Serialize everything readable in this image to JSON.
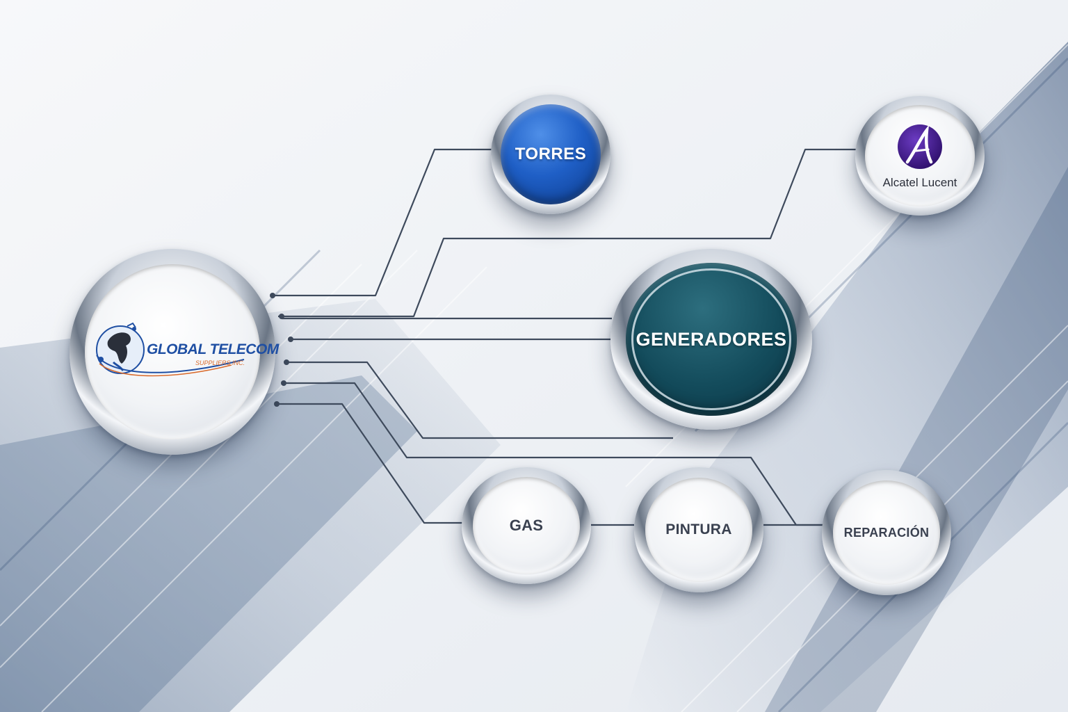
{
  "colors": {
    "background": "#eef1f5",
    "stripe": "#31507a",
    "connector": "#3e4a5c",
    "blue_node": "#1f5fc6",
    "teal_node": "#134b5b",
    "logo_blue": "#1f4fa3",
    "logo_orange": "#d96a2b",
    "alcatel_purple": "#4a1f8f"
  },
  "hub": {
    "logo_title": "GLOBAL TELECOM",
    "logo_subtitle": "SUPPLIERS INC.",
    "logo_icon": "globe-icon"
  },
  "nodes": {
    "torres": "TORRES",
    "generadores": "GENERADORES",
    "gas": "GAS",
    "pintura": "PINTURA",
    "reparacion": "REPARACIÓN"
  },
  "partner": {
    "name": "Alcatel Lucent",
    "logo_icon": "alcatel-a-icon"
  }
}
